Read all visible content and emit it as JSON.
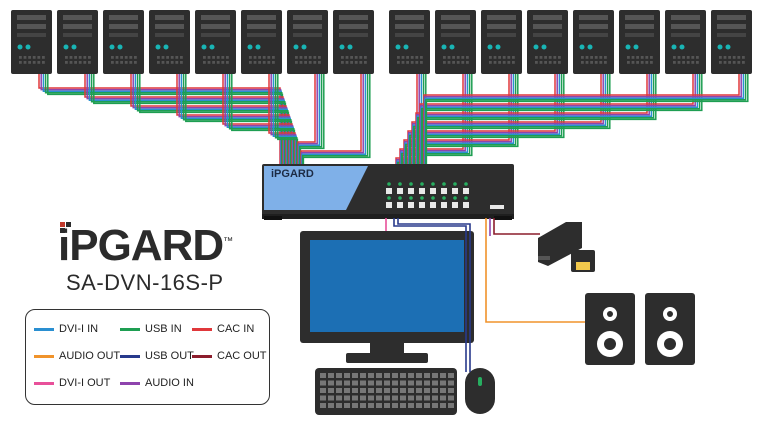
{
  "brand": {
    "name": "iPGARD",
    "trademark": "™",
    "model": "SA-DVN-16S-P",
    "device_label": "iPGARD"
  },
  "legend": [
    {
      "label": "DVI-I IN",
      "color": "#2a8fd1"
    },
    {
      "label": "USB IN",
      "color": "#1e9e52"
    },
    {
      "label": "CAC IN",
      "color": "#e0383b"
    },
    {
      "label": "AUDIO OUT",
      "color": "#f0932b"
    },
    {
      "label": "USB OUT",
      "color": "#283a8c"
    },
    {
      "label": "CAC OUT",
      "color": "#8c1d2c"
    },
    {
      "label": "DVI-I OUT",
      "color": "#e8509a"
    },
    {
      "label": "AUDIO IN",
      "color": "#8e44ad"
    }
  ],
  "colors": {
    "device_dark": "#2d2d2d",
    "device_panel": "#7fb0e8",
    "screen": "#1c6fb4",
    "led_green": "#27ae60",
    "port_teal": "#19b5b5"
  },
  "components": {
    "computers": 16,
    "device": "kvm-switch",
    "peripherals": [
      "monitor",
      "keyboard",
      "mouse",
      "cac-reader",
      "speakers"
    ]
  }
}
